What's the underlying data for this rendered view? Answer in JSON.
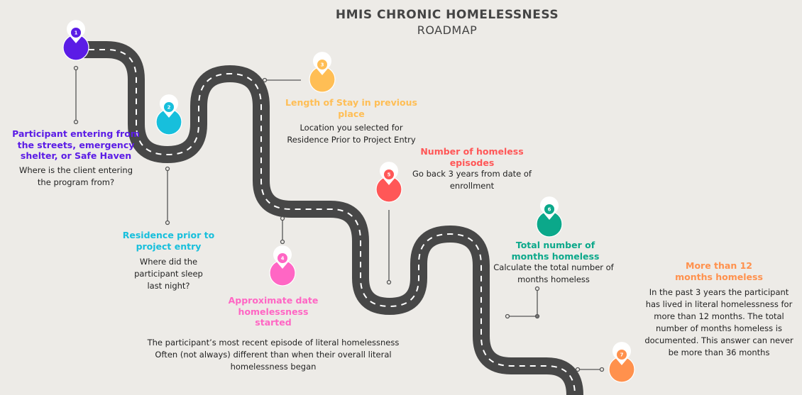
{
  "title": {
    "line1": "HMIS CHRONIC HOMELESSNESS",
    "line2": "ROADMAP"
  },
  "steps": [
    {
      "number": "1",
      "heading": "Participant entering from the streets, emergency shelter, or Safe Haven",
      "description": "Where is the client entering the program from?",
      "color": "#5b1ce6"
    },
    {
      "number": "2",
      "heading": "Residence prior to project entry",
      "description": "Where did the participant sleep last night?",
      "color": "#17bfdc"
    },
    {
      "number": "3",
      "heading": "Length of Stay in previous place",
      "description": "Location you selected for Residence Prior to Project Entry",
      "color": "#ffbe55"
    },
    {
      "number": "4",
      "heading": "Approximate date homelessness started",
      "description": "The participant’s most recent episode of literal homelessness Often (not always) different than when their overall literal homelessness began",
      "color": "#ff66c4"
    },
    {
      "number": "5",
      "heading": "Number of homeless episodes",
      "description": "Go back 3 years from date of enrollment",
      "color": "#ff5757"
    },
    {
      "number": "6",
      "heading": "Total number of months homeless",
      "description": "Calculate the total number of months homeless",
      "color": "#0ba88a"
    },
    {
      "number": "7",
      "heading": "More than 12 months homeless",
      "description": "In the past 3 years the participant has lived in literal homelessness for more than 12 months. The total number of months homeless is documented. This answer can never be more than 36 months",
      "color": "#ff914d"
    }
  ]
}
